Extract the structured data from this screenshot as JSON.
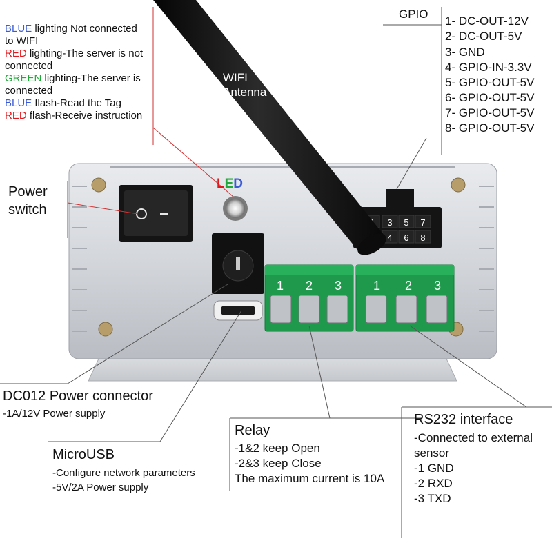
{
  "led_legend": {
    "lines": [
      {
        "colored": "BLUE",
        "rest": " lighting  Not connected",
        "color": "#3b5bd6"
      },
      {
        "colored": "",
        "rest": " to WIFI",
        "color": ""
      },
      {
        "colored": "RED",
        "rest": " lighting-The server is not",
        "color": "#e0191e"
      },
      {
        "colored": "",
        "rest": "connected",
        "color": ""
      },
      {
        "colored": "GREEN",
        "rest": " lighting-The server is",
        "color": "#23a83c"
      },
      {
        "colored": "",
        "rest": "connected",
        "color": ""
      },
      {
        "colored": "BLUE",
        "rest": " flash-Read the Tag",
        "color": "#3b5bd6"
      },
      {
        "colored": "RED",
        "rest": " flash-Receive instruction",
        "color": "#e0191e"
      }
    ]
  },
  "antenna": {
    "line1": "WIFI",
    "line2": "Antenna"
  },
  "led_marker": {
    "L": "L",
    "E": "E",
    "D": "D"
  },
  "gpio": {
    "title": "GPIO",
    "pins": [
      "1- DC-OUT-12V",
      "2- DC-OUT-5V",
      "3- GND",
      "4- GPIO-IN-3.3V",
      "5- GPIO-OUT-5V",
      "6- GPIO-OUT-5V",
      "7- GPIO-OUT-5V",
      "8- GPIO-OUT-5V"
    ],
    "connector_top": [
      "1",
      "3",
      "5",
      "7"
    ],
    "connector_bottom": [
      "2",
      "4",
      "6",
      "8"
    ]
  },
  "power_switch": {
    "line1": "Power",
    "line2": "switch"
  },
  "dc_connector": {
    "title": "DC012 Power connector",
    "desc": "-1A/12V Power supply"
  },
  "microusb": {
    "title": "MicroUSB",
    "desc1": "-Configure network parameters",
    "desc2": "-5V/2A Power supply"
  },
  "relay": {
    "title": "Relay",
    "desc1": "-1&2 keep Open",
    "desc2": "-2&3 keep Close",
    "desc3": "The maximum current is 10A",
    "terminal_labels": [
      "1",
      "2",
      "3"
    ]
  },
  "rs232": {
    "title": "RS232 interface",
    "desc1": "-Connected to external",
    "desc2": "sensor",
    "desc3": "-1 GND",
    "desc4": "-2 RXD",
    "desc5": "-3 TXD",
    "terminal_labels": [
      "1",
      "2",
      "3"
    ]
  }
}
